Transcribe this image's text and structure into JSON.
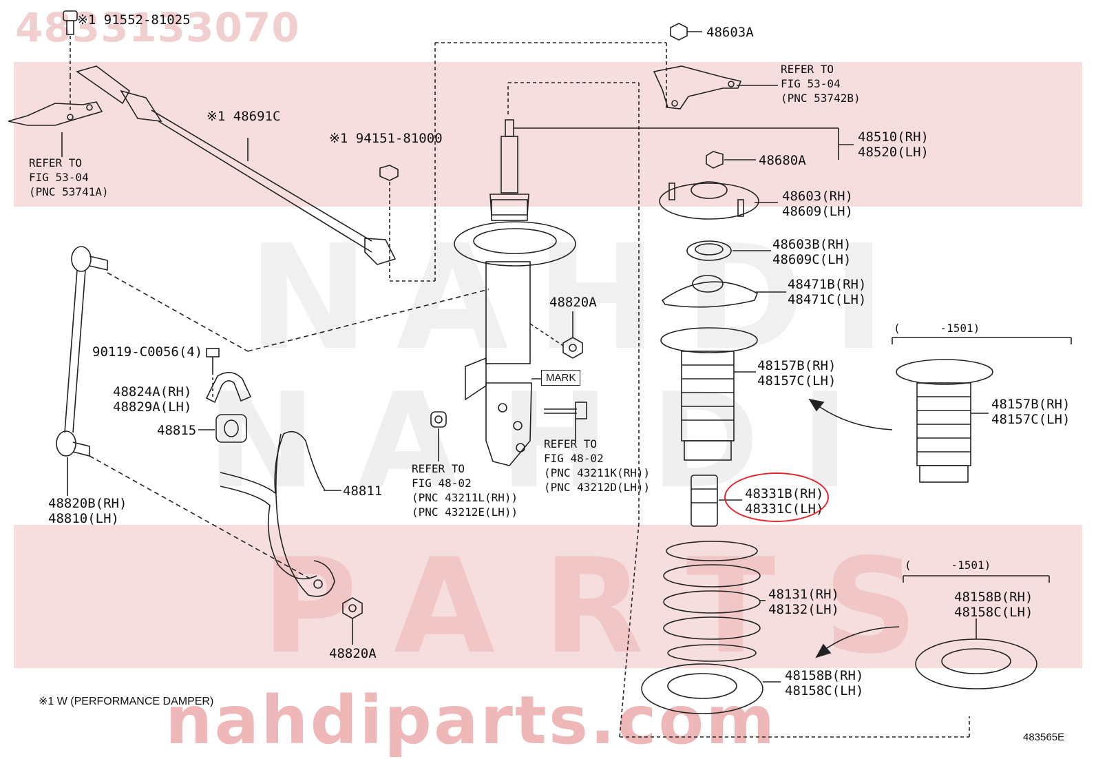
{
  "watermark": {
    "part_number": "4833133070",
    "brand_top": "NAHDI",
    "brand_mid": "NAHDI",
    "brand_bottom": "PARTS",
    "url": "nahdiparts.com"
  },
  "labels": {
    "bolt_91552": "※1 91552-81025",
    "damper_48691c": "※1 48691C",
    "refer_53_04_a": "REFER TO\nFIG 53-04\n(PNC 53741A)",
    "nut_94151": "※1 94151-81000",
    "bolt_90119": "90119-C0056(4)",
    "bracket_48824": "48824A(RH)\n48829A(LH)",
    "bushing_48815": "48815",
    "stabilizer_48811": "48811",
    "link_48820b": "48820B(RH)\n48810(LH)",
    "nut_48820a_bottom": "48820A",
    "nut_48820a_top": "48820A",
    "mark": "MARK",
    "refer_48_02_left": "REFER TO\nFIG 48-02\n(PNC 43211L(RH))\n(PNC 43212E(LH))",
    "refer_48_02_right": "REFER TO\nFIG 48-02\n(PNC 43211K(RH))\n(PNC 43212D(LH))",
    "nut_48603a": "48603A",
    "refer_53_04_b": "REFER TO\nFIG 53-04\n(PNC 53742B)",
    "strut_48510": "48510(RH)\n48520(LH)",
    "nut_48680a": "48680A",
    "support_48603": "48603(RH)\n48609(LH)",
    "bearing_48603b": "48603B(RH)\n48609C(LH)",
    "seat_48471b": "48471B(RH)\n48471C(LH)",
    "boot_48157b": "48157B(RH)\n48157C(LH)",
    "boot_48157b_alt": "48157B(RH)\n48157C(LH)",
    "bumper_48331b": "48331B(RH)\n48331C(LH)",
    "spring_48131": "48131(RH)\n48132(LH)",
    "insulator_48158b": "48158B(RH)\n48158C(LH)",
    "insulator_48158b_alt": "48158B(RH)\n48158C(LH)",
    "range_1501_a": "(      -1501)",
    "range_1501_b": "(      -1501)"
  },
  "footnote": "※1 W (PERFORMANCE DAMPER)",
  "illustration_code": "483565E",
  "colors": {
    "highlight": "#e3262b",
    "watermark_band": "#f6dede",
    "line": "#222222"
  }
}
